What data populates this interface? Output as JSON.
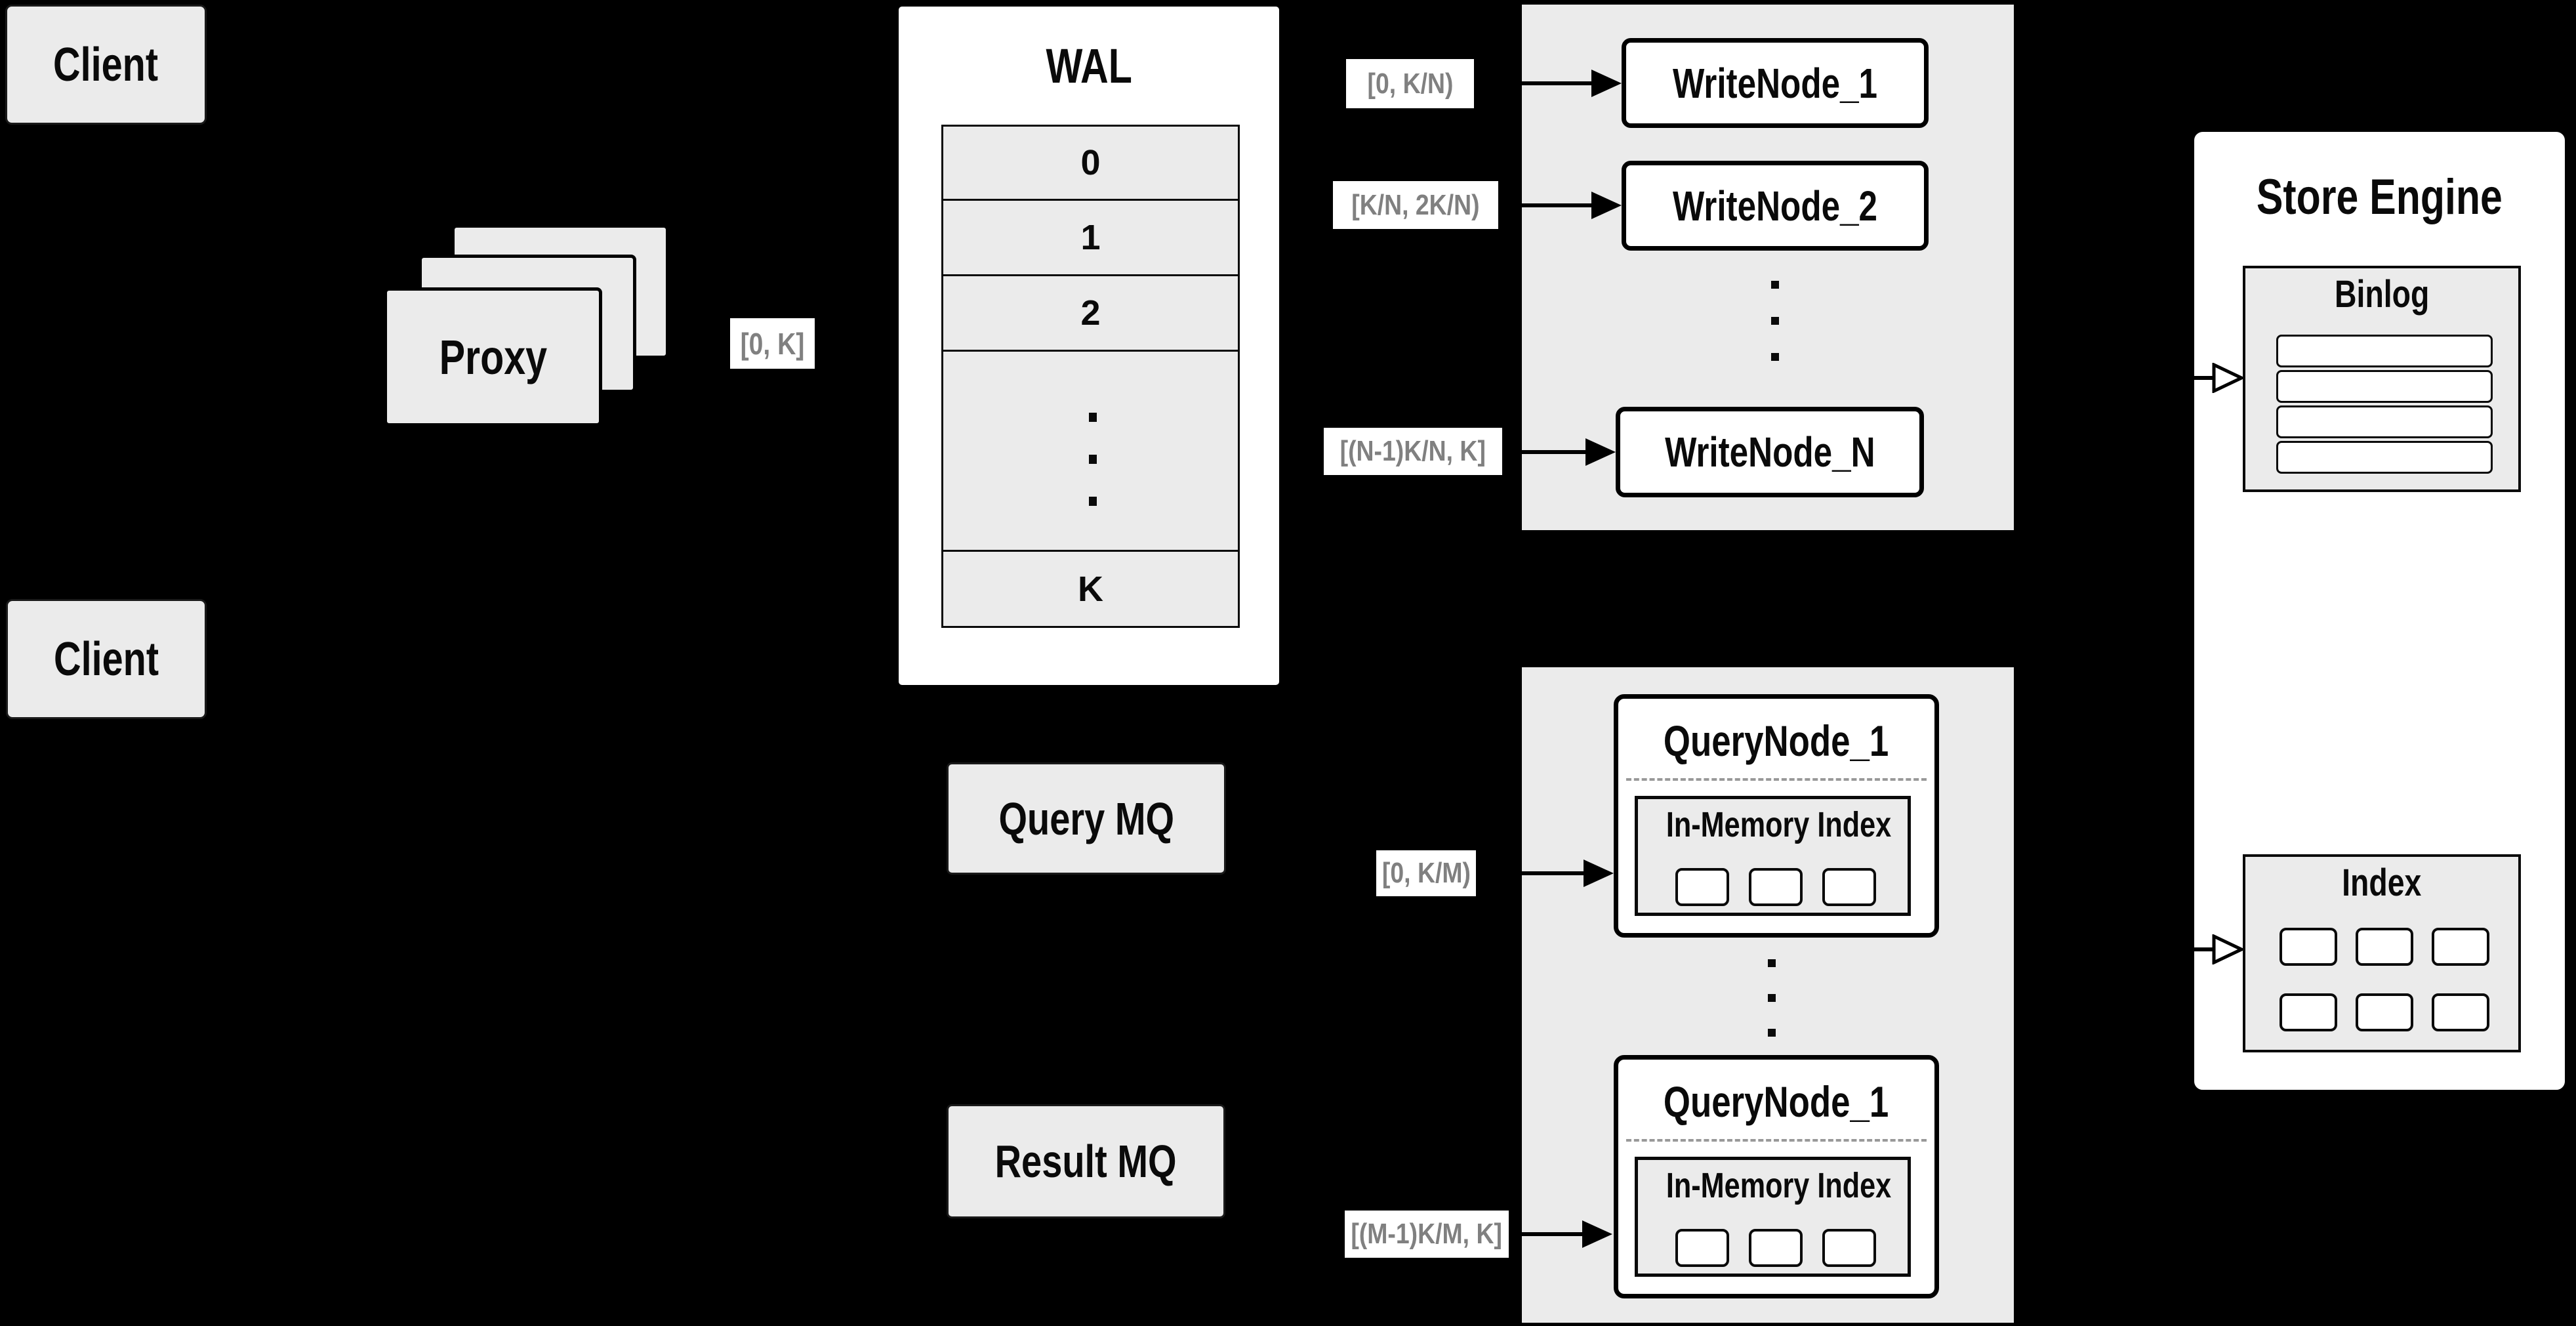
{
  "diagram": {
    "clients": {
      "top_label": "Client",
      "bottom_label": "Client"
    },
    "proxy": {
      "label": "Proxy"
    },
    "range_labels": {
      "proxy_out": "[0, K]",
      "write_1": "[0, K/N)",
      "write_2": "[K/N, 2K/N)",
      "write_n": "[(N-1)K/N, K]",
      "query_1": "[0, K/M)",
      "query_m": "[(M-1)K/M, K]"
    },
    "wal": {
      "title": "WAL",
      "rows": [
        "0",
        "1",
        "2",
        "K"
      ]
    },
    "write_nodes": {
      "node_1": "WriteNode_1",
      "node_2": "WriteNode_2",
      "node_n": "WriteNode_N"
    },
    "mq": {
      "query_label": "Query MQ",
      "result_label": "Result MQ"
    },
    "query_nodes": {
      "top": {
        "title": "QueryNode_1",
        "index_label": "In-Memory Index"
      },
      "bottom": {
        "title": "QueryNode_1",
        "index_label": "In-Memory Index"
      }
    },
    "store_engine": {
      "title": "Store Engine",
      "binlog_title": "Binlog",
      "index_title": "Index"
    },
    "colors": {
      "background": "#000000",
      "box_gray": "#ebebeb",
      "box_white": "#ffffff",
      "border": "#000000",
      "range_label_text": "#808080",
      "dashed_divider": "#999999"
    }
  }
}
